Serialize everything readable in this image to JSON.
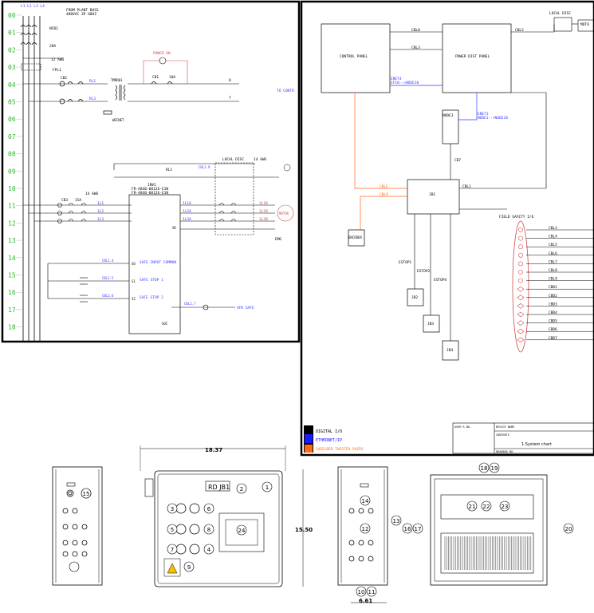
{
  "ladder": {
    "header_left": "L1 L2 L3 L4",
    "header_mid1": "FROM PLANT BUSS",
    "header_mid2": "480VAC 3P 60HZ",
    "rungs": [
      "00",
      "01",
      "02",
      "03",
      "04",
      "05",
      "06",
      "07",
      "08",
      "09",
      "10",
      "11",
      "12",
      "13",
      "14",
      "15",
      "16",
      "17",
      "18"
    ],
    "labels": {
      "ncb1": "NCB1",
      "a20": "20A",
      "awg12": "12 AWG",
      "fpl1": "FPL1",
      "cb2": "CB2",
      "rl1": "RL1",
      "rl3": "RL3",
      "tmr": "TMRR01",
      "wecnet": "WECNET",
      "cb1": "CB1",
      "a10": "10A",
      "power_on": "POWER ON",
      "to_cont": "TO CONTR",
      "n8": "8",
      "n7": "7",
      "local_disc": "LOCAL DISC",
      "awg14a": "14 AWG",
      "awg14b": "14 AWG",
      "cb3": "CB3",
      "a15": "15A",
      "l1b": "1L1",
      "l2b": "1L2",
      "l3b": "1L3",
      "drv_name": "INV1",
      "drv_model1": "FR-A840-00126-E1N",
      "drv_model2": "FR-A840-00126-E1N",
      "t1": "1L1A",
      "t2": "1L2A",
      "t3": "1L3A",
      "u1": "1L1B",
      "u2": "1L2B",
      "u3": "1L3B",
      "motor": "MOTOR",
      "safe_common": "SAFE INPUT COMMON",
      "safe1": "SAFE STOP 1",
      "safe2": "SAFE STOP 2",
      "vfd_safe": "VFD SAFE",
      "so": "SO",
      "soc": "SOC",
      "s1": "S1",
      "s2": "S2",
      "sd": "SD",
      "cbl9": "CBL2.9",
      "cbl4": "CBL2.4",
      "cbl5": "CBL2.5",
      "cbl6": "CBL2.6",
      "cbl7": "CBL2.7",
      "rl1b": "RL1",
      "emg": "EMG"
    }
  },
  "system": {
    "title_top": "LOCAL DISC",
    "title_top2": "MOTO",
    "boxes": {
      "control_panel": "CONTROL PANEL",
      "power_dist": "POWER DIST PANEL",
      "node1": "NODE1",
      "jb1": "JB1",
      "jb2": "JB2",
      "jb3": "JB3",
      "jb4": "JB4",
      "encoder": "ENCODER"
    },
    "wires": {
      "cbl0": "CBL0",
      "cbl2": "CBL2",
      "cbl3": "CBL3",
      "enet4": "ENET4",
      "enet4b": "EF10-->NODE10",
      "enet3": "ENET3",
      "enet3b": "NODE1-->NODE10",
      "cbl7": "CB7",
      "cbl1": "CBL1",
      "cbl_enc1": "CBLE",
      "cbl_enc2": "CBL9",
      "estop1": "ESTOP1",
      "estop2": "ESTOP2",
      "estop4": "ESTOP4"
    },
    "field_title": "FIELD SAFETY I/O",
    "field_cables": [
      "CBL3",
      "CBL4",
      "CBL5",
      "CBL6",
      "CBL7",
      "CBL8",
      "CBL9",
      "CBD1",
      "CBD2",
      "CBD3",
      "CBD4",
      "CBD5",
      "CBD6",
      "CBD7"
    ],
    "legend": [
      {
        "label": "DIGITAL I/O",
        "color": "#000000"
      },
      {
        "label": "ETHERNET/IP",
        "color": "#1a1aff"
      },
      {
        "label": "SHIELDED TWISTED PAIRS",
        "color": "#ff6a1a"
      }
    ],
    "title_block": {
      "user_no": "USER'S NO.",
      "device_name": "DEVICE NAME",
      "contents": "CONTENTS",
      "sheet_title": "1.System chart",
      "drawing_no": "DRAWING NO."
    }
  },
  "enclosure": {
    "dim_width": "18.37",
    "dim_height": "15.50",
    "dim_depth": "6.61",
    "nameplate": "RD JB1",
    "callouts": [
      "1",
      "2",
      "3",
      "4",
      "5",
      "6",
      "7",
      "8",
      "9",
      "10",
      "11",
      "12",
      "13",
      "14",
      "15",
      "16",
      "17",
      "18",
      "19",
      "20",
      "21",
      "22",
      "23",
      "24"
    ]
  },
  "colors": {
    "line": "#000000",
    "blue": "#3a3aff",
    "orange": "#ff6a1a",
    "red": "#d24a4a",
    "gray": "#888888"
  }
}
